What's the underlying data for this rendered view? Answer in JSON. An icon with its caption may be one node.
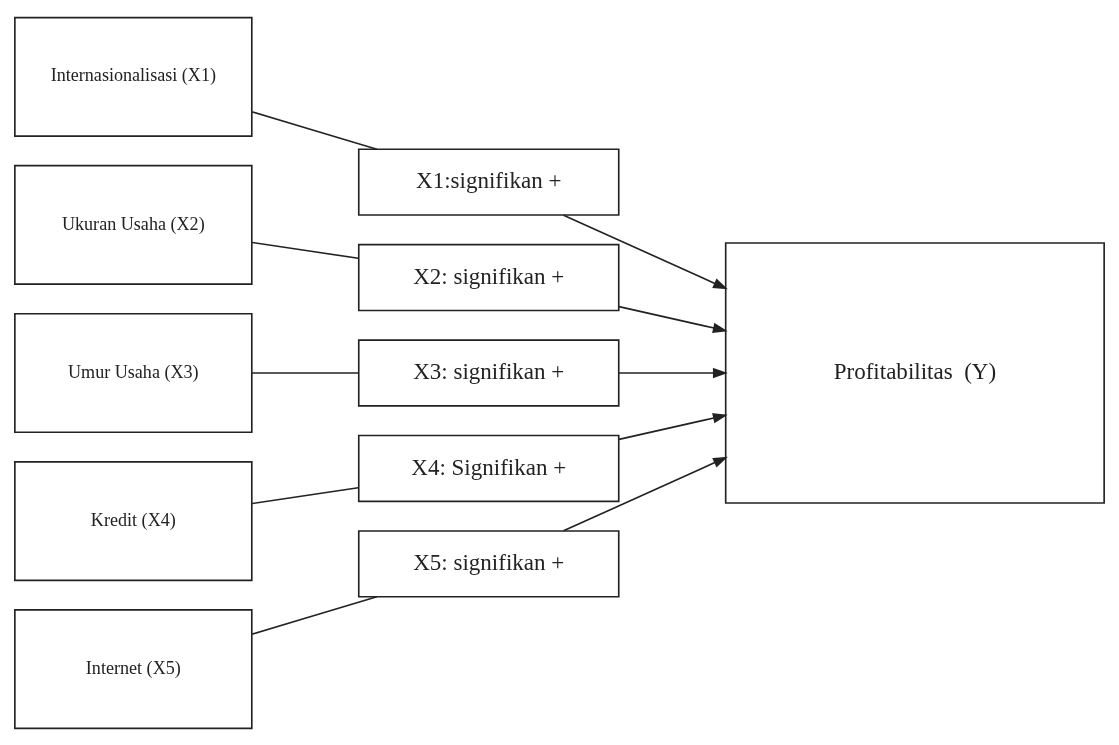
{
  "diagram": {
    "nodes": [
      {
        "text": [
          "Internasionalisasi (X1)"
        ]
      },
      {
        "text": [
          "Ukuran Usaha (X2)"
        ]
      },
      {
        "text": [
          "Umur Usaha (X3)"
        ]
      },
      {
        "text": [
          "Kredit (X4)"
        ]
      },
      {
        "text": [
          "Internet (X5)"
        ]
      },
      {
        "text": [
          "X1:signifikan +"
        ]
      },
      {
        "text": [
          "X2: signifikan +"
        ]
      },
      {
        "text": [
          "X3: signifikan +"
        ]
      },
      {
        "text": [
          "X4: Signifikan +"
        ]
      },
      {
        "text": [
          "X5: signifikan +"
        ]
      },
      {
        "text": [
          "Profitabilitas  (Y)"
        ]
      }
    ],
    "edges": [
      {
        "from": 0,
        "to": 5,
        "arrow": "none"
      },
      {
        "from": 5,
        "to": 10,
        "arrow": "to"
      },
      {
        "from": 1,
        "to": 6,
        "arrow": "none"
      },
      {
        "from": 6,
        "to": 10,
        "arrow": "to"
      },
      {
        "from": 2,
        "to": 7,
        "arrow": "none"
      },
      {
        "from": 7,
        "to": 10,
        "arrow": "to"
      },
      {
        "from": 3,
        "to": 8,
        "arrow": "none"
      },
      {
        "from": 8,
        "to": 10,
        "arrow": "to"
      },
      {
        "from": 4,
        "to": 9,
        "arrow": "none"
      },
      {
        "from": 9,
        "to": 10,
        "arrow": "to"
      }
    ]
  }
}
